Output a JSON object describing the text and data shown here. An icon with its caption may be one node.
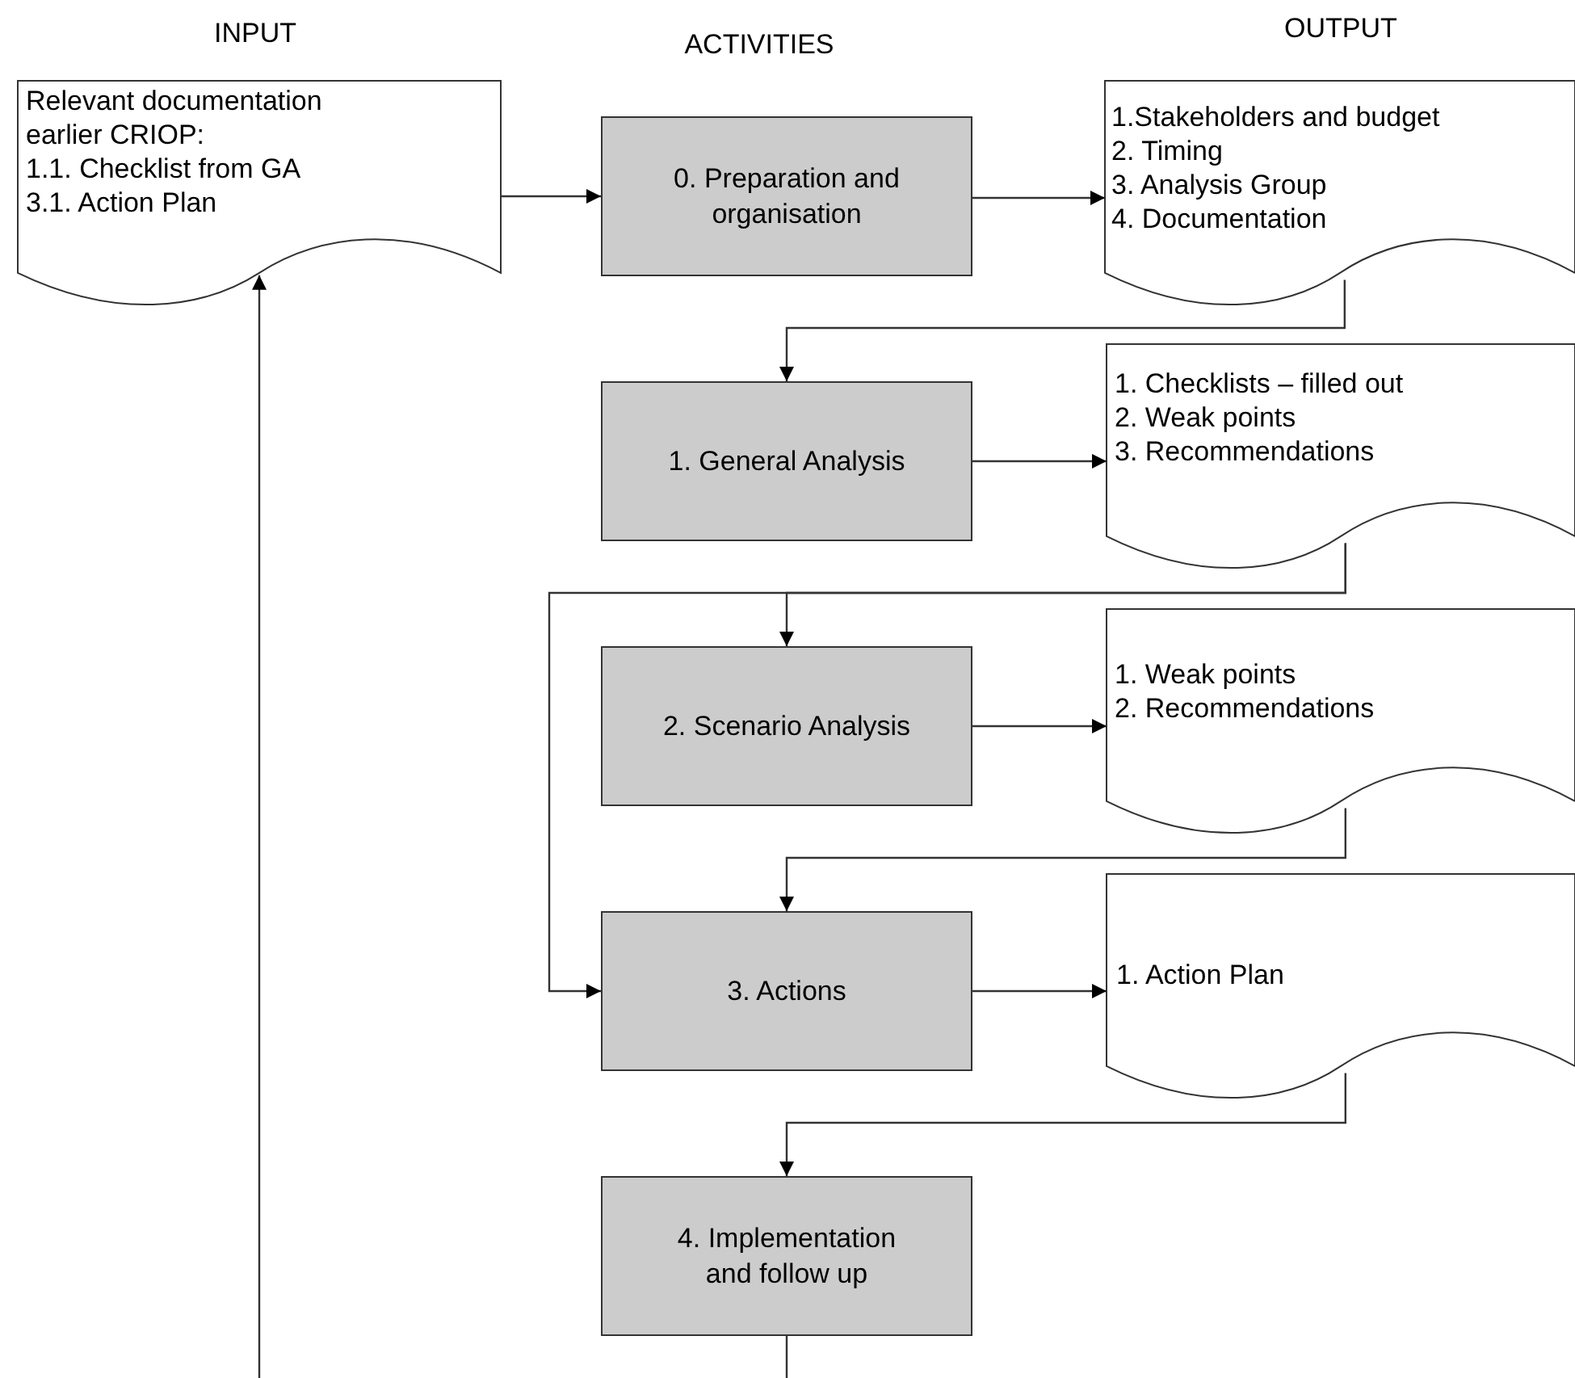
{
  "diagram": {
    "nodes": [
      {
        "text": [
          "Relevant documentation earlier CRIOP:",
          "1.1. Checklist from GA",
          "3.1. Action Plan"
        ]
      },
      {
        "text": [
          "0. Preparation and organisation"
        ]
      },
      {
        "text": [
          "1.Stakeholders and budget",
          "2. Timing",
          "3. Analysis Group",
          "4. Documentation"
        ]
      },
      {
        "text": [
          "1. General Analysis"
        ]
      },
      {
        "text": [
          "1. Checklists – filled out",
          "2. Weak points",
          "3. Recommendations"
        ]
      },
      {
        "text": [
          "2. Scenario Analysis"
        ]
      },
      {
        "text": [
          "1. Weak points",
          "2. Recommendations"
        ]
      },
      {
        "text": [
          "3. Actions"
        ]
      },
      {
        "text": [
          "1. Action Plan"
        ]
      },
      {
        "text": [
          "4. Implementation and follow up"
        ]
      }
    ],
    "edges": [
      {
        "from": 0,
        "to": 1,
        "arrow": "to"
      },
      {
        "from": 1,
        "to": 2,
        "arrow": "to"
      },
      {
        "from": 2,
        "to": 3,
        "arrow": "to"
      },
      {
        "from": 3,
        "to": 4,
        "arrow": "to"
      },
      {
        "from": 4,
        "to": 5,
        "arrow": "to"
      },
      {
        "from": 4,
        "to": 7,
        "arrow": "to"
      },
      {
        "from": 5,
        "to": 6,
        "arrow": "to"
      },
      {
        "from": 6,
        "to": 7,
        "arrow": "to"
      },
      {
        "from": 7,
        "to": 8,
        "arrow": "to"
      },
      {
        "from": 8,
        "to": 9,
        "arrow": "to"
      },
      {
        "from": 9,
        "to": null,
        "arrow": "none"
      },
      {
        "from": null,
        "to": 0,
        "arrow": "to"
      }
    ],
    "labels": [
      "INPUT",
      "ACTIVITIES",
      "OUTPUT"
    ]
  }
}
